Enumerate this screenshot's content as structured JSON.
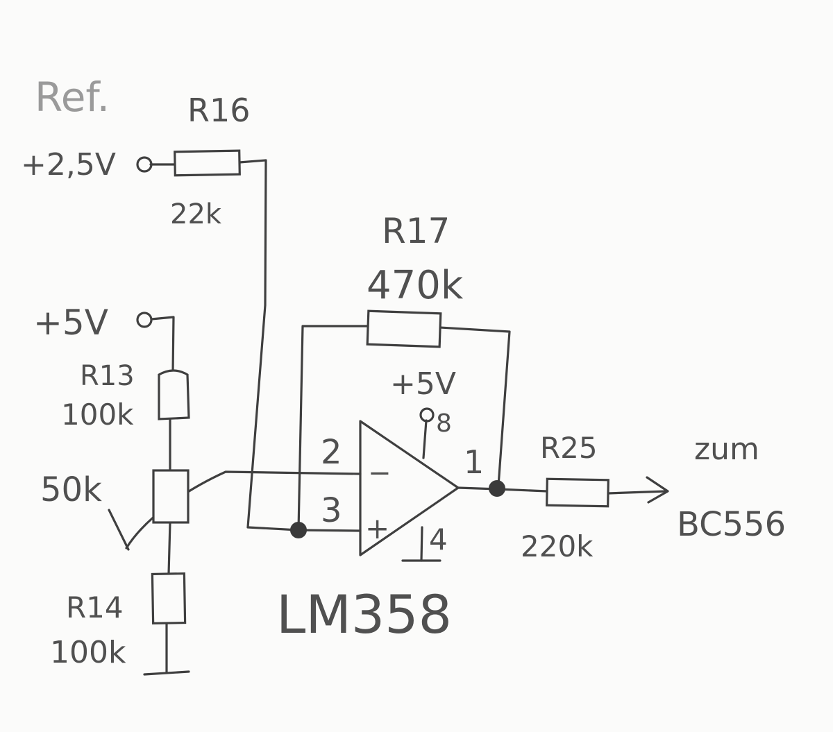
{
  "labels": {
    "ref": "Ref.",
    "r16": "R16",
    "r16_value": "22k",
    "v_ref": "+2,5V",
    "r17": "R17",
    "r17_value": "470k",
    "v_supply_left": "+5V",
    "r13": "R13",
    "r13_value": "100k",
    "v_supply_opamp": "+5V",
    "pin8": "8",
    "pot_value": "50k",
    "pin2": "2",
    "pin1": "1",
    "r25": "R25",
    "to_label": "zum",
    "pin3": "3",
    "minus": "−",
    "plus": "+",
    "pin4": "4",
    "transistor": "BC556",
    "r25_value": "220k",
    "r14": "R14",
    "r14_value": "100k",
    "opamp": "LM358"
  },
  "colors": {
    "pencil": "#3f3f3f",
    "paper": "#fbfbfa",
    "faint_text": "#9a9a9a"
  }
}
